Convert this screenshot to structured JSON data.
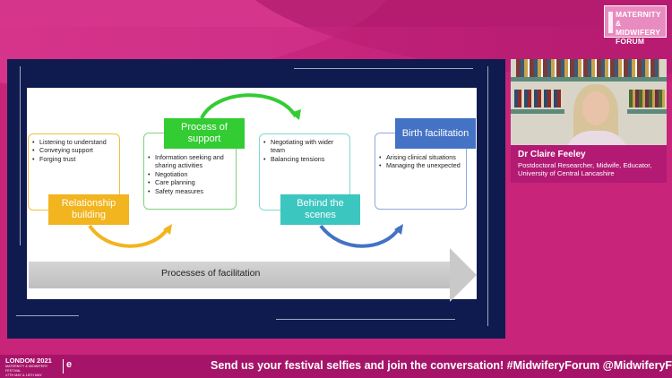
{
  "brand": {
    "logo_line1": "MATERNITY",
    "logo_line2": "& MIDWIFERY",
    "logo_line3": "FORUM",
    "colors": {
      "pink": "#c8247a",
      "navy": "#0f1b4e",
      "green": "#33cc33",
      "gold": "#f2b41f",
      "teal": "#3cc6c0",
      "blue": "#4472c4"
    }
  },
  "slide": {
    "stages": [
      {
        "label": "Relationship building",
        "items": [
          "Listening to understand",
          "Conveying support",
          "Forging trust"
        ]
      },
      {
        "label": "Process of support",
        "items": [
          "Information seeking and sharing activities",
          "Negotiation",
          "Care planning",
          "Safety measures"
        ]
      },
      {
        "label": "Behind the scenes",
        "items": [
          "Negotiating with wider team",
          "Balancing tensions"
        ]
      },
      {
        "label": "Birth facilitation",
        "items": [
          "Arising clinical situations",
          "Managing the unexpected"
        ]
      }
    ],
    "arrow_label": "Processes of facilitation"
  },
  "speaker": {
    "name": "Dr Claire Feeley",
    "title": "Postdoctoral Researcher, Midwife, Educator, University of Central Lancashire"
  },
  "footer": {
    "event_line1": "LONDON 2021",
    "event_line2": "MATERNITY & MIDWIFERY FESTIVAL",
    "event_line3": "17TH MAY & 18TH MAY",
    "partner_mark": "e",
    "ticker": "Send us your festival selfies and join the conversation! #MidwiferyForum @MidwiferyForum"
  }
}
